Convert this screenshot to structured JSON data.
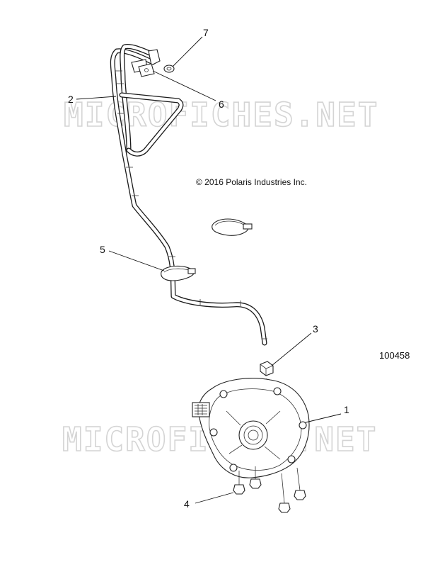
{
  "watermark": "MICROFICHES.NET",
  "copyright": "© 2016 Polaris Industries Inc.",
  "figure_number": "100458",
  "callouts": [
    "1",
    "2",
    "3",
    "4",
    "5",
    "6",
    "7"
  ],
  "colors": {
    "line": "#222222",
    "watermark": "#d4d4d4",
    "background": "#ffffff"
  }
}
